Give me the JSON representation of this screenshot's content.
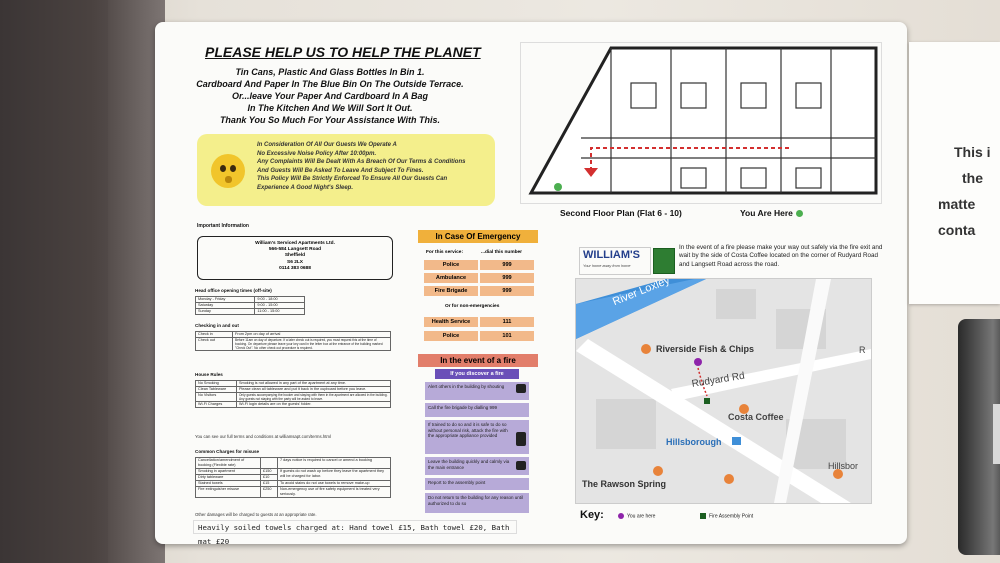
{
  "board": {
    "title": "PLEASE HELP US TO HELP THE PLANET",
    "recycle_lines": [
      "Tin Cans, Plastic And Glass Bottles In Bin 1.",
      "Cardboard And Paper In The Blue Bin On The Outside Terrace.",
      "Or...leave Your Paper And Cardboard In A Bag",
      "In The Kitchen And We Will Sort It Out.",
      "Thank You So Much For Your Assistance With This."
    ],
    "noise_lines": [
      "In Consideration Of All Our Guests We Operate A",
      "No Excessive Noise Policy After 10:00pm.",
      "Any Complaints Will Be Dealt With As Breach Of Our Terms & Conditions",
      "And Guests Will Be Asked To Leave And Subject To Fines.",
      "This Policy Will Be Strictly Enforced To Ensure All Our Guests Can",
      "Experience A Good Night's Sleep."
    ],
    "plan_caption": "Second Floor Plan (Flat 6 - 10)",
    "you_are_here": "You Are Here",
    "important_info": "Important Information",
    "address_lines": [
      "William's Serviced Apartments Ltd.",
      "566-584 Langsett Road",
      "Sheffield",
      "S6 2LX",
      "0114 383 0688"
    ],
    "office_hours_title": "Head office opening times (off-site)",
    "office_hours": [
      [
        "Monday - Friday",
        "9:00 - 18:00"
      ],
      [
        "Saturday",
        "9:00 - 15:00"
      ],
      [
        "Sunday",
        "11:00 - 15:00"
      ]
    ],
    "checkin_title": "Checking in and out",
    "checkin_rows": [
      [
        "Check in",
        "From 2pm on day of arrival"
      ],
      [
        "Check out",
        "Before 11am on day of departure. If a later check out is required, you must request this at the time of booking. On departure please leave your key card in the letter box at the entrance of the building marked \"Check Out\". No other check out procedure is required."
      ]
    ],
    "house_rules_title": "House Rules",
    "house_rules": [
      [
        "No Smoking",
        "Smoking is not allowed in any part of the apartment at any time."
      ],
      [
        "Clean Tableware",
        "Please clean all tableware and put it back in the cupboard before you leave."
      ],
      [
        "No Visitors",
        "Only guests accompanying the booker and staying with them in the apartment are allowed in the building. Any guests not staying with the party will be asked to leave."
      ],
      [
        "Wi-Fi Charges",
        "Wi-Fi login details are on the guests' folder."
      ]
    ],
    "terms_note": "You can see our full terms and conditions at williamsapt.com/terms.html",
    "charges_title": "Common Charges for misuse",
    "charges": [
      [
        "Cancellation/amendment of booking (Flexible rate)",
        "",
        "7 days notice is required to cancel or amend a booking"
      ],
      [
        "Smoking in apartment",
        "£150",
        "If guests do not wash up before they leave the apartment they will be charged for labor."
      ],
      [
        "Dirty tableware",
        "£10",
        ""
      ],
      [
        "Stained towels",
        "£15",
        "To avoid stains do not use towels to remove make-up"
      ],
      [
        "Fire extinguisher misuse",
        "£250",
        "Non-emergency use of fire safety equipment is treated very seriously."
      ]
    ],
    "other_damages": "Other damages will be charged to guests at an appropriate rate.",
    "footer": "Heavily soiled towels charged at: Hand towel £15, Bath towel £20, Bath mat £20",
    "emergency_title": "In Case Of Emergency",
    "for_this_service": "For this service:",
    "dial_this": "...dial this number",
    "emergency": [
      [
        "Police",
        "999"
      ],
      [
        "Ambulance",
        "999"
      ],
      [
        "Fire Brigade",
        "999"
      ]
    ],
    "non_emergency_label": "Or for non-emergencies",
    "non_emergency": [
      [
        "Health Service",
        "111"
      ],
      [
        "Police",
        "101"
      ]
    ],
    "fire_title": "In the event of a fire",
    "fire_discover": "If you discover a fire",
    "fire_steps": [
      "Alert others in the building by shouting",
      "Call the fire brigade by dialling 999",
      "If trained to do so and it is safe to do so without personal risk, attack the fire with the appropriate appliance provided",
      "Leave the building quickly and calmly via the main entrance",
      "Report to the assembly point",
      "Do not return to the building for any reason until authorized to do so"
    ],
    "logo_name": "WILLIAM'S",
    "logo_tagline": "Your home away from home",
    "fire_instructions": "In the event of a fire please make your way out safely via the fire exit and wait by the side of Costa Coffee located on the corner of Rudyard Road and Langsett Road across the road.",
    "map": {
      "river": "River Loxley",
      "places": [
        "Riverside Fish & Chips",
        "Rudyard Rd",
        "Costa Coffee",
        "Hillsborough",
        "The Rawson Spring",
        "Hillsbor",
        "R"
      ]
    },
    "key_title": "Key:",
    "key_items": [
      "You are here",
      "Fire Assembly Point"
    ]
  },
  "note": {
    "lines": [
      "This i",
      "the",
      "matte",
      "conta"
    ]
  },
  "colors": {
    "yellow_box": "#f4ef8c",
    "emergency_orange": "#f0b03b",
    "fire_red": "#e27e6b",
    "fire_purple": "#b7aad8",
    "river_blue": "#3f8fd8"
  }
}
